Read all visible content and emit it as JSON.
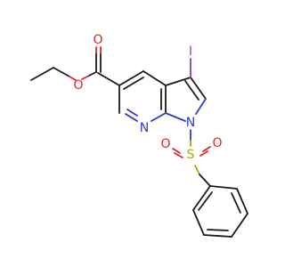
{
  "atoms": {
    "iodine": "I",
    "ester_carbonyl_oxygen": "O",
    "ester_ether_oxygen": "O",
    "pyridine_nitrogen": "N",
    "pyrrole_nitrogen": "N",
    "sulfur": "S",
    "sulfonyl_oxygen_left": "O",
    "sulfonyl_oxygen_right": "O"
  },
  "colors": {
    "carbon_bond": "#1a1a1a",
    "oxygen": "#e0262a",
    "nitrogen": "#2b3cc9",
    "sulfur": "#b3a600",
    "iodine": "#8d3fb0"
  }
}
